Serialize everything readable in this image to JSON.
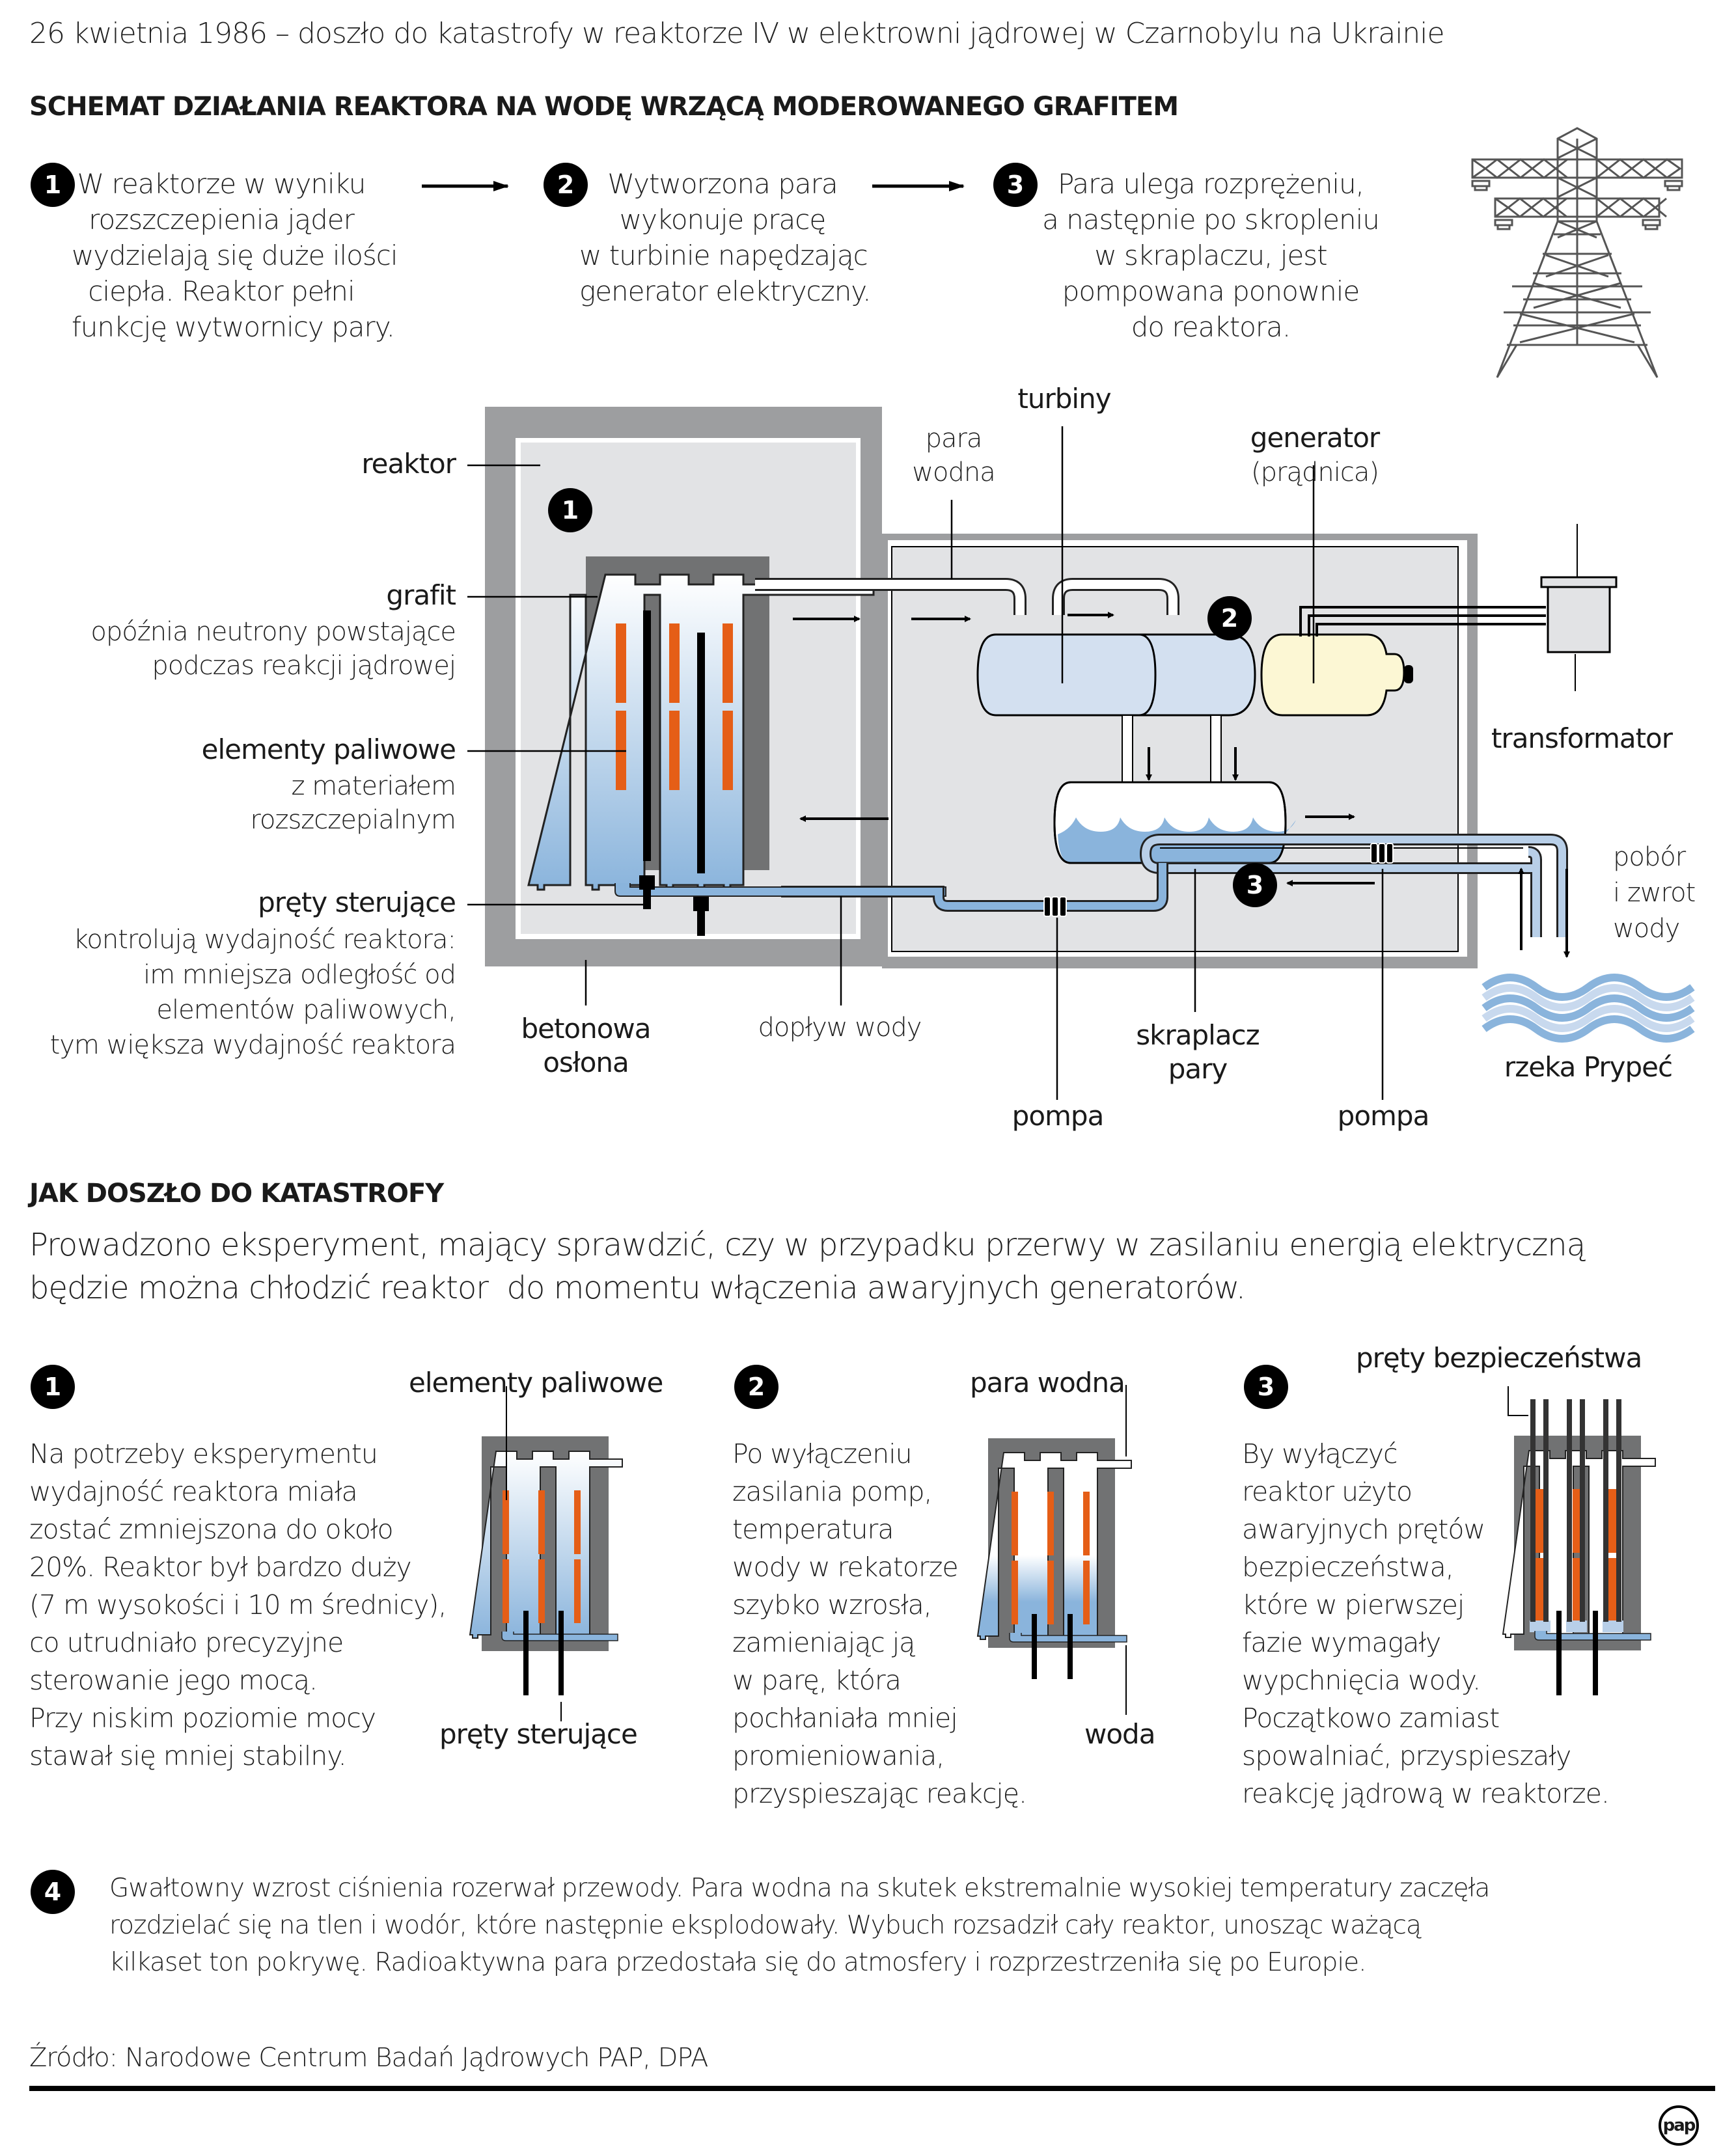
{
  "title": "26 kwietnia 1986 – doszło do katastrofy w reaktorze IV w elektrowni jądrowej w Czarnobylu na Ukrainie",
  "section1": {
    "heading": "SCHEMAT DZIAŁANIA REAKTORA NA WODĘ WRZĄCĄ MODEROWANEGO GRAFITEM",
    "steps": [
      {
        "num": "1",
        "text": "W reaktorze w wyniku\nrozszczepienia jąder\nwydzielają się duże ilości\nciepła. Reaktor pełni\nfunkcję wytwornicy pary."
      },
      {
        "num": "2",
        "text": "Wytworzona para\nwykonuje pracę\nw turbinie napędzając\ngenerator elektryczny."
      },
      {
        "num": "3",
        "text": "Para ulega rozprężeniu,\na następnie po skropleniu\nw skraplaczu, jest\npompowana ponownie\ndo reaktora."
      }
    ],
    "diagram": {
      "badges": [
        "1",
        "2",
        "3"
      ],
      "labels": {
        "reaktor": "reaktor",
        "grafit": "grafit",
        "grafit_desc": "opóźnia neutrony powstające\npodczas reakcji jądrowej",
        "elementy": "elementy paliwowe",
        "elementy_desc": "z materiałem\nrozszczepialnym",
        "prety": "pręty sterujące",
        "prety_desc": "kontrolują wydajność reaktora:\nim mniejsza odległość od\nelementów paliwowych,\ntym większa wydajność reaktora",
        "betonowa": "betonowa\nosłona",
        "doplyw": "dopływ wody",
        "para_wodna": "para\nwodna",
        "turbiny": "turbiny",
        "generator": "generator",
        "pradnica": "(prądnica)",
        "transformator": "transformator",
        "skraplacz": "skraplacz\npary",
        "pompa1": "pompa",
        "pompa2": "pompa",
        "pobor": "pobór\ni zwrot\nwody",
        "rzeka": "rzeka Prypeć"
      }
    }
  },
  "section2": {
    "heading": "JAK DOSZŁO DO KATASTROFY",
    "intro": "Prowadzono eksperyment, mający sprawdzić, czy w przypadku przerwy w zasilaniu energią elektryczną\nbędzie można chłodzić reaktor  do momentu włączenia awaryjnych generatorów.",
    "panels": [
      {
        "num": "1",
        "text": "Na potrzeby eksperymentu\nwydajność reaktora miała\nzostać zmniejszona do około\n20%. Reaktor był bardzo duży\n(7 m wysokości i 10 m średnicy),\nco utrudniało precyzyjne\nsterowanie jego mocą.\nPrzy niskim poziomie mocy\nstawał się mniej stabilny.",
        "label_top": "elementy paliwowe",
        "label_bottom": "pręty sterujące"
      },
      {
        "num": "2",
        "text": "Po wyłączeniu\nzasilania pomp,\ntemperatura\nwody w rekatorze\nszybko wzrosła,\nzamieniając ją\nw parę, która\npochłaniała mniej\npromieniowania,\nprzyspieszając reakcję.",
        "label_top": "para wodna",
        "label_bottom": "woda"
      },
      {
        "num": "3",
        "text": "By wyłączyć\nreaktor użyto\nawaryjnych prętów\nbezpieczeństwa,\nktóre w pierwszej\nfazie wymagały\nwypchnięcia wody.\nPoczątkowo zamiast\nspowalniać, przyspieszały\nreakcję jądrową w reaktorze.",
        "label_top": "pręty bezpieczeństwa"
      }
    ],
    "step4": {
      "num": "4",
      "text": "Gwałtowny wzrost ciśnienia rozerwał przewody. Para wodna na skutek ekstremalnie wysokiej temperatury zaczęła\nrozdzielać się na tlen i wodór, które następnie eksplodowały. Wybuch rozsadził cały reaktor, unosząc ważącą\nkilkaset ton pokrywę. Radioaktywna para przedostała się do atmosfery i rozprzestrzeniła się po Europie."
    }
  },
  "source": "Źródło: Narodowe Centrum Badań Jądrowych PAP, DPA",
  "logo": "pap",
  "colors": {
    "concrete": "#9d9e a0",
    "graphite": "#717273",
    "water": "#8ab4dc",
    "fuel": "#e55e17",
    "turbine": "#d3e0f0",
    "generator": "#fcf7d4",
    "building": "#e2e3e5"
  }
}
